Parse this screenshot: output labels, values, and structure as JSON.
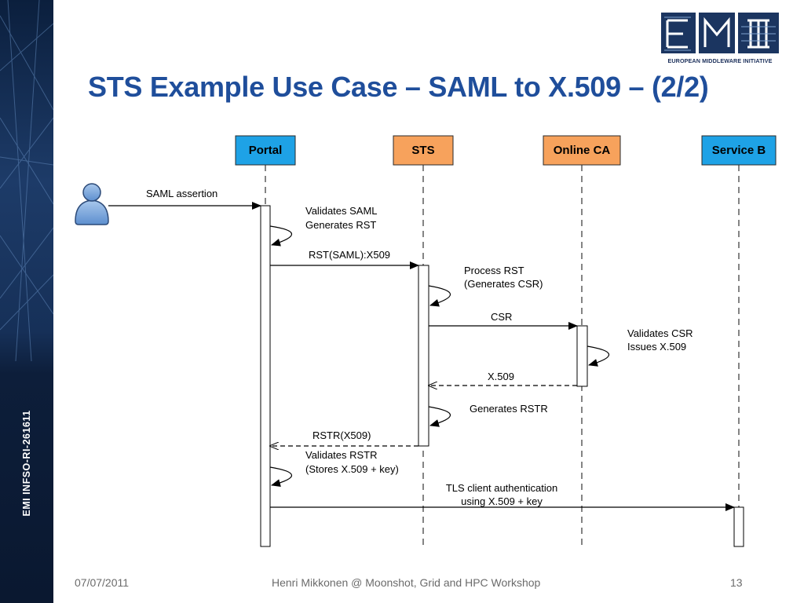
{
  "slide": {
    "title": "STS Example Use Case – SAML to X.509 – (2/2)",
    "side_label": "EMI INFSO-RI-261611",
    "logo_caption": "EUROPEAN MIDDLEWARE INITIATIVE"
  },
  "diagram": {
    "participants": [
      {
        "label": "Portal",
        "color": "#1ea2e6"
      },
      {
        "label": "STS",
        "color": "#f7a25c"
      },
      {
        "label": "Online CA",
        "color": "#f7a25c"
      },
      {
        "label": "Service B",
        "color": "#1ea2e6"
      }
    ],
    "messages": {
      "saml_assertion": "SAML assertion",
      "portal_self_1": "Validates SAML",
      "portal_self_2": "Generates RST",
      "rst_saml": "RST(SAML):X509",
      "sts_self_1": "Process RST",
      "sts_self_2": "(Generates CSR)",
      "csr": "CSR",
      "ca_self_1": "Validates CSR",
      "ca_self_2": "Issues X.509",
      "x509": "X.509",
      "sts_self_3": "Generates RSTR",
      "rstr": "RSTR(X509)",
      "portal_self_3": "Validates RSTR",
      "portal_self_4": "(Stores X.509 + key)",
      "tls_1": "TLS client authentication",
      "tls_2": "using X.509 + key"
    }
  },
  "footer": {
    "date": "07/07/2011",
    "center": "Henri Mikkonen @  Moonshot, Grid and HPC Workshop",
    "page": "13"
  },
  "colors": {
    "sidebar": "#0e2244",
    "title": "#1f4e9b",
    "portal_box": "#1ea2e6",
    "sts_box": "#f7a25c"
  }
}
